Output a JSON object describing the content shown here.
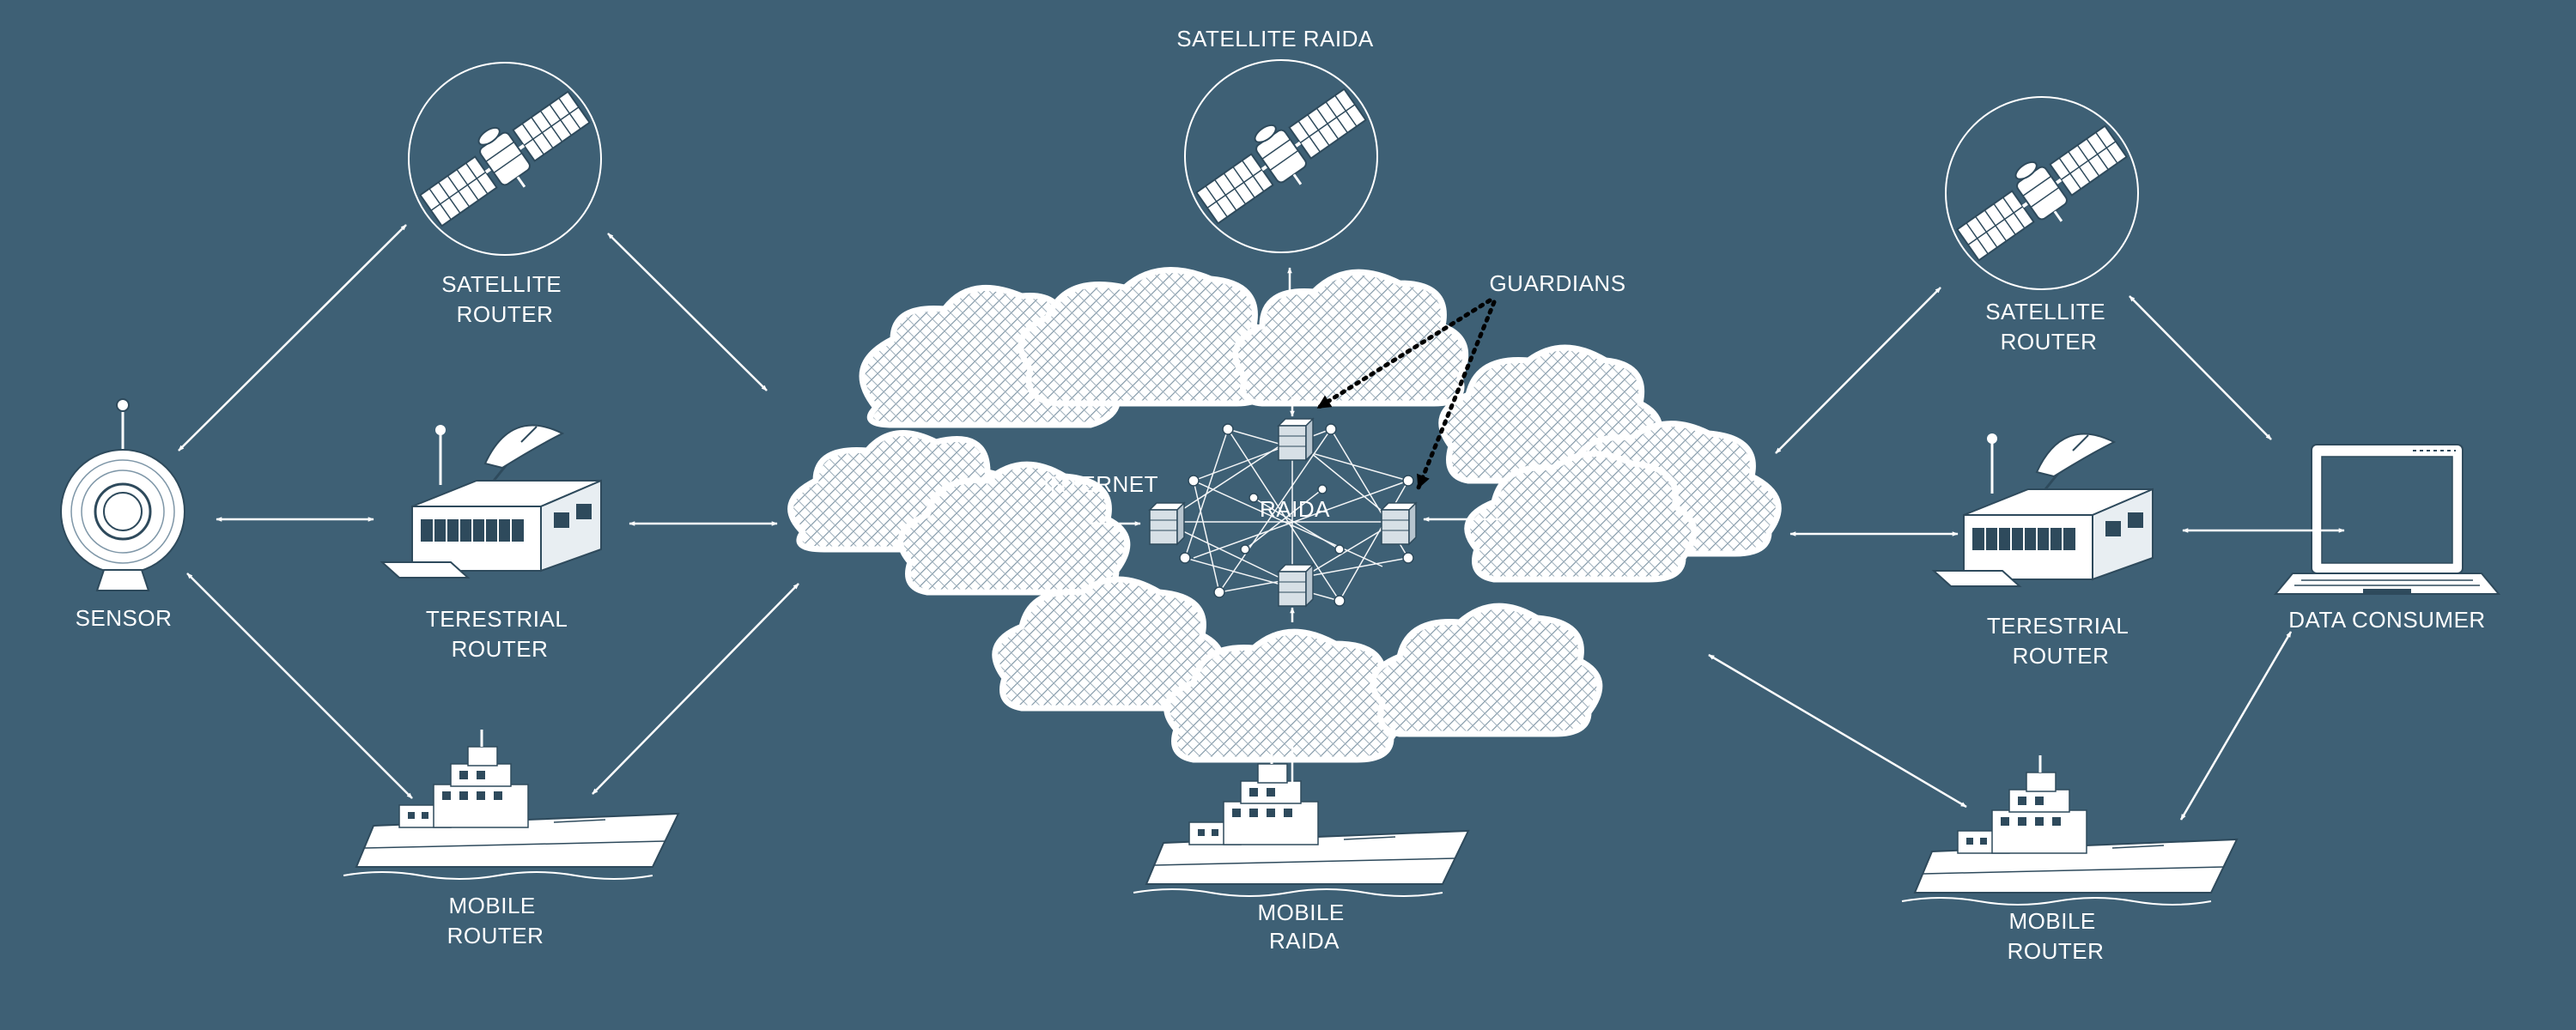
{
  "nodes": {
    "satellite_raida": {
      "label": "SATELLITE RAIDA",
      "icon": "satellite-icon"
    },
    "guardians": {
      "label": "GUARDIANS"
    },
    "internet": {
      "label": "INTERNET",
      "icon": "cloud-icon"
    },
    "raida": {
      "label": "RAIDA",
      "icon": "server-mesh-icon"
    },
    "left_satellite_router": {
      "label_lines": [
        "SATELLITE",
        "ROUTER"
      ],
      "icon": "satellite-icon"
    },
    "right_satellite_router": {
      "label_lines": [
        "SATELLITE",
        "ROUTER"
      ],
      "icon": "satellite-icon"
    },
    "sensor": {
      "label": "SENSOR",
      "icon": "sensor-icon"
    },
    "left_terrestrial_router": {
      "label_lines": [
        "TERESTRIAL",
        "ROUTER"
      ],
      "icon": "ground-station-icon"
    },
    "right_terrestrial_router": {
      "label_lines": [
        "TERESTRIAL",
        "ROUTER"
      ],
      "icon": "ground-station-icon"
    },
    "left_mobile_router": {
      "label_lines": [
        "MOBILE",
        "ROUTER"
      ],
      "icon": "ship-icon"
    },
    "mobile_raida": {
      "label_lines": [
        "MOBILE",
        "RAIDA"
      ],
      "icon": "ship-icon"
    },
    "right_mobile_router": {
      "label_lines": [
        "MOBILE",
        "ROUTER"
      ],
      "icon": "ship-icon"
    },
    "data_consumer": {
      "label": "DATA CONSUMER",
      "icon": "laptop-icon"
    }
  },
  "colors": {
    "background": "#3e6075",
    "foreground": "#ffffff"
  }
}
